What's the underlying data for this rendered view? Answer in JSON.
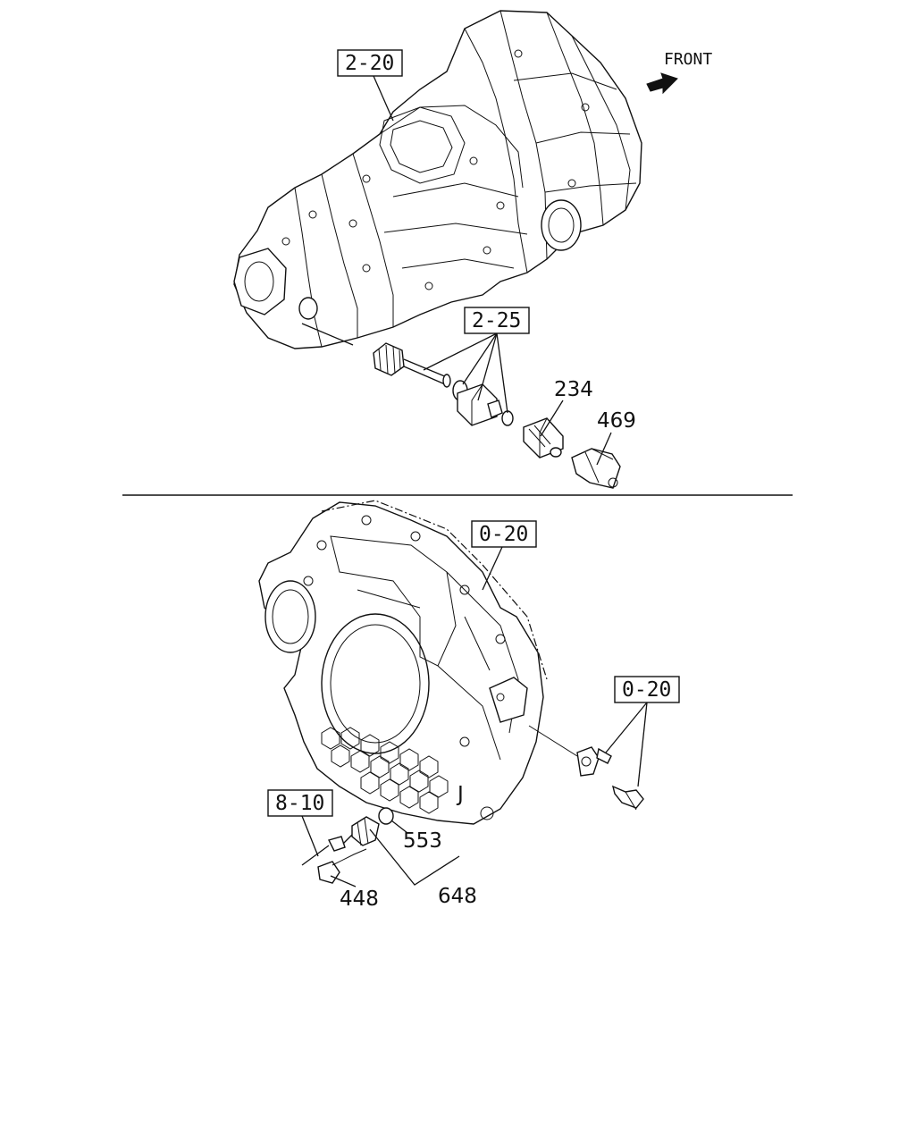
{
  "front_label": "FRONT",
  "upper": {
    "refs": {
      "transmission_case": "2-20",
      "speedometer_gear_kit": "2-25"
    },
    "parts": {
      "speed_sensor": "234",
      "bracket": "469"
    }
  },
  "lower": {
    "refs": {
      "flywheel_housing": "0-20",
      "sensor_mount_bolts": "0-20",
      "harness": "8-10"
    },
    "parts": {
      "o_ring": "553",
      "rotation_sensor": "648",
      "bolt": "448"
    },
    "marker": "J"
  }
}
